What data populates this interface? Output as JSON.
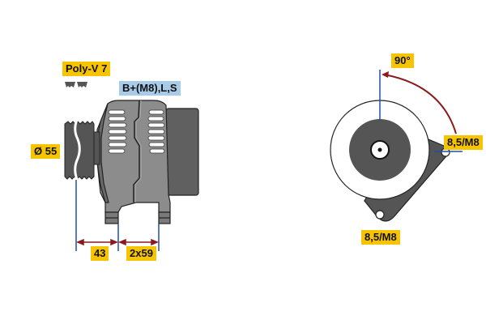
{
  "labels": {
    "belt_type": "Poly-V 7",
    "connection": "B+(M8),L,S",
    "pulley_diameter": "Ø 55",
    "pulley_offset": "43",
    "mount_spacing": "2x59",
    "angle": "90°",
    "hole_right": "8,5/M8",
    "hole_bottom": "8,5/M8"
  },
  "colors": {
    "label_yellow": "#f6c400",
    "label_blue": "#a8cbe8",
    "dimension_line": "#1f4fa8",
    "arrow": "#8b1a1a",
    "body_gray": "#8a8a8a",
    "dark_gray": "#555555"
  }
}
